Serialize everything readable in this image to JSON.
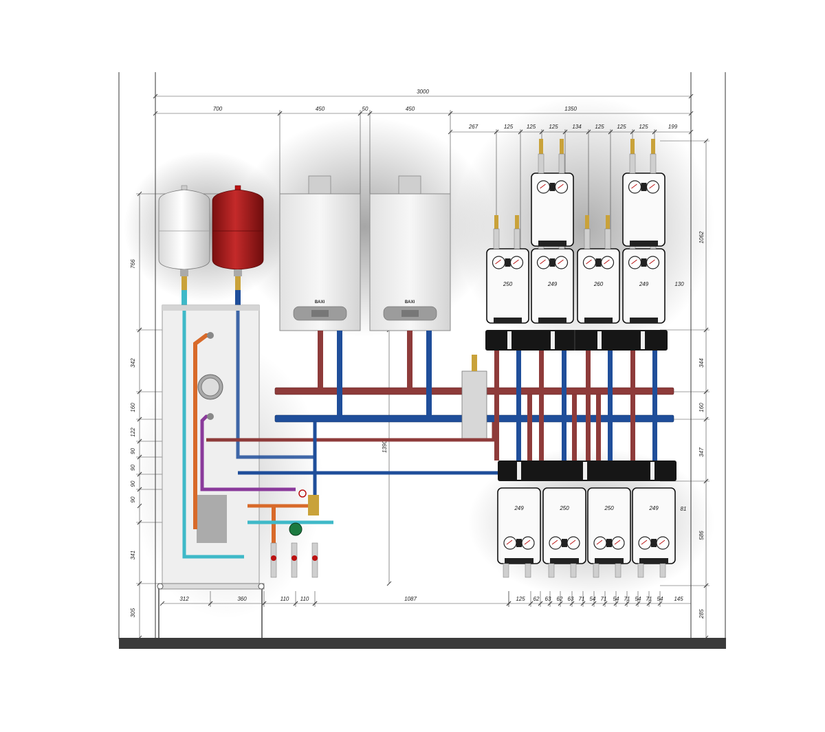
{
  "dimensions": {
    "top": {
      "total": "3000",
      "seg_a": "700",
      "seg_b": "450",
      "seg_c": "50",
      "seg_d": "450",
      "seg_e": "1350",
      "sub": [
        "267",
        "125",
        "125",
        "125",
        "134",
        "125",
        "125",
        "125",
        "199"
      ]
    },
    "left": [
      "766",
      "342",
      "160",
      "122",
      "90",
      "90",
      "90",
      "90",
      "341",
      "305"
    ],
    "right": [
      "1062",
      "344",
      "160",
      "347",
      "586",
      "285"
    ],
    "bottom": [
      "312",
      "360",
      "110",
      "110",
      "1087",
      "125",
      "62",
      "63",
      "62",
      "63",
      "71",
      "54",
      "71",
      "54",
      "71",
      "54",
      "71",
      "54",
      "145"
    ],
    "center_vertical": "1390",
    "right_small_upper": "130",
    "right_small_lower": "81"
  },
  "upper_modules": [
    "250",
    "249",
    "260",
    "249"
  ],
  "lower_modules": [
    "249",
    "250",
    "250",
    "249"
  ],
  "boilers": [
    {
      "brand": "BAXI"
    },
    {
      "brand": "BAXI"
    }
  ],
  "colors": {
    "hot": "#8e3b3a",
    "cold": "#1f4e9a",
    "cyan": "#3fb9c8",
    "orange": "#d86a2a",
    "purple": "#8a3a9b",
    "red_tank": "#a81818"
  }
}
